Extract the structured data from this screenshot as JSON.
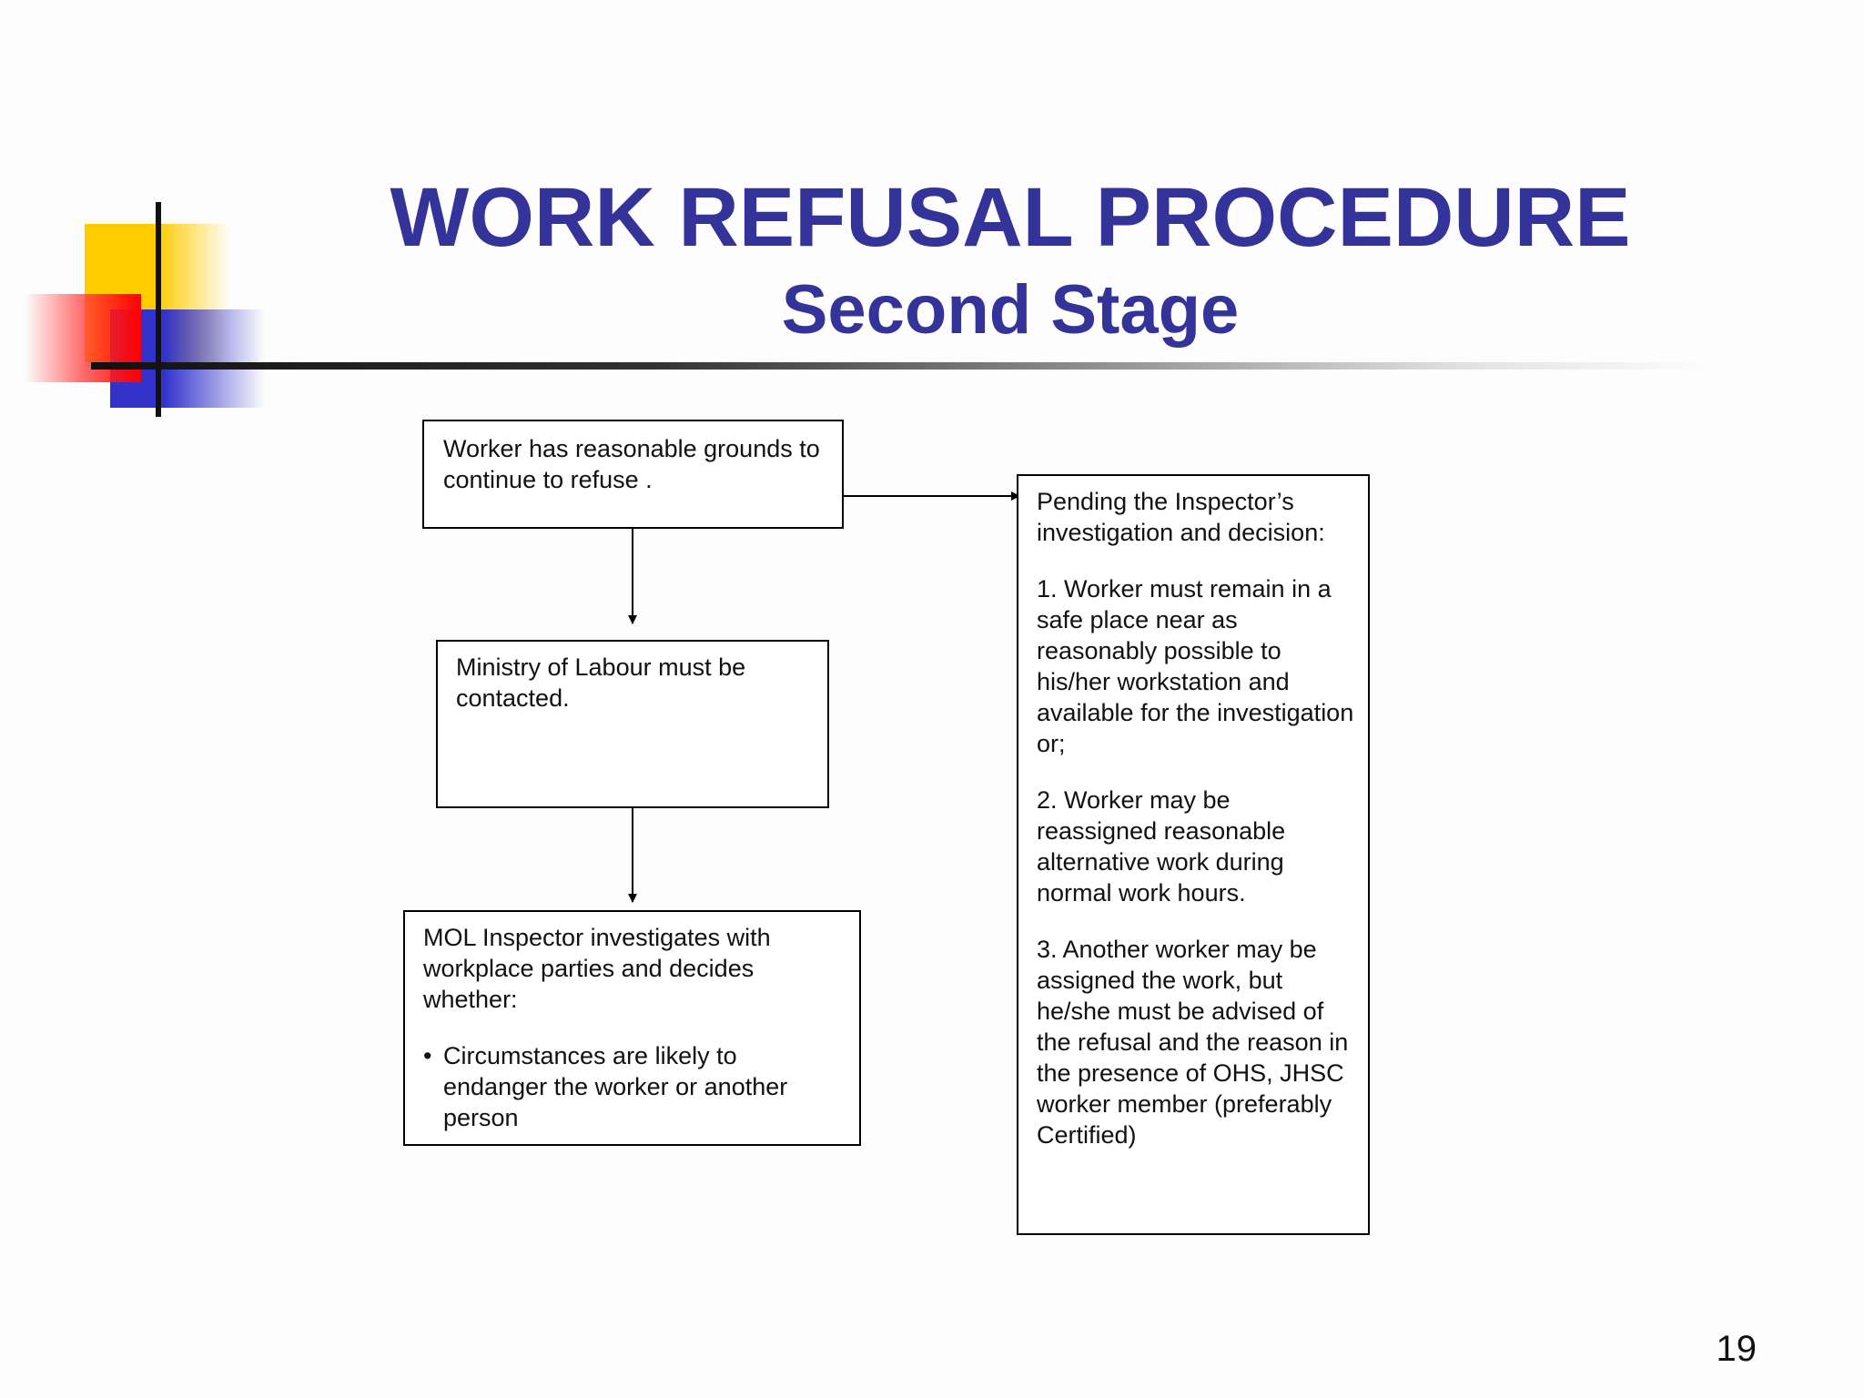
{
  "title": "WORK REFUSAL PROCEDURE",
  "subtitle": "Second Stage",
  "boxes": {
    "grounds": "Worker has reasonable grounds to continue to refuse .",
    "ministry": "Ministry of Labour must be contacted.",
    "inspector": {
      "intro": "MOL Inspector investigates with workplace parties and decides whether:",
      "bullet": "Circumstances  are likely to endanger the worker or another person"
    },
    "pending": {
      "intro": "Pending the Inspector’s investigation and decision:",
      "item1": "1.  Worker must remain  in a safe place near as reasonably possible to his/her workstation and available for the investigation or;",
      "item2": "2.  Worker may be reassigned reasonable alternative work during normal work hours.",
      "item3": "3.  Another worker may be assigned the work, but he/she must be advised of the refusal and the reason  in the presence of OHS, JHSC worker member (preferably Certified)"
    }
  },
  "page_number": "19",
  "colors": {
    "title": "#333399",
    "deco_yellow": "#FFCC00",
    "deco_red": "#FF0000",
    "deco_blue": "#3333CC"
  }
}
